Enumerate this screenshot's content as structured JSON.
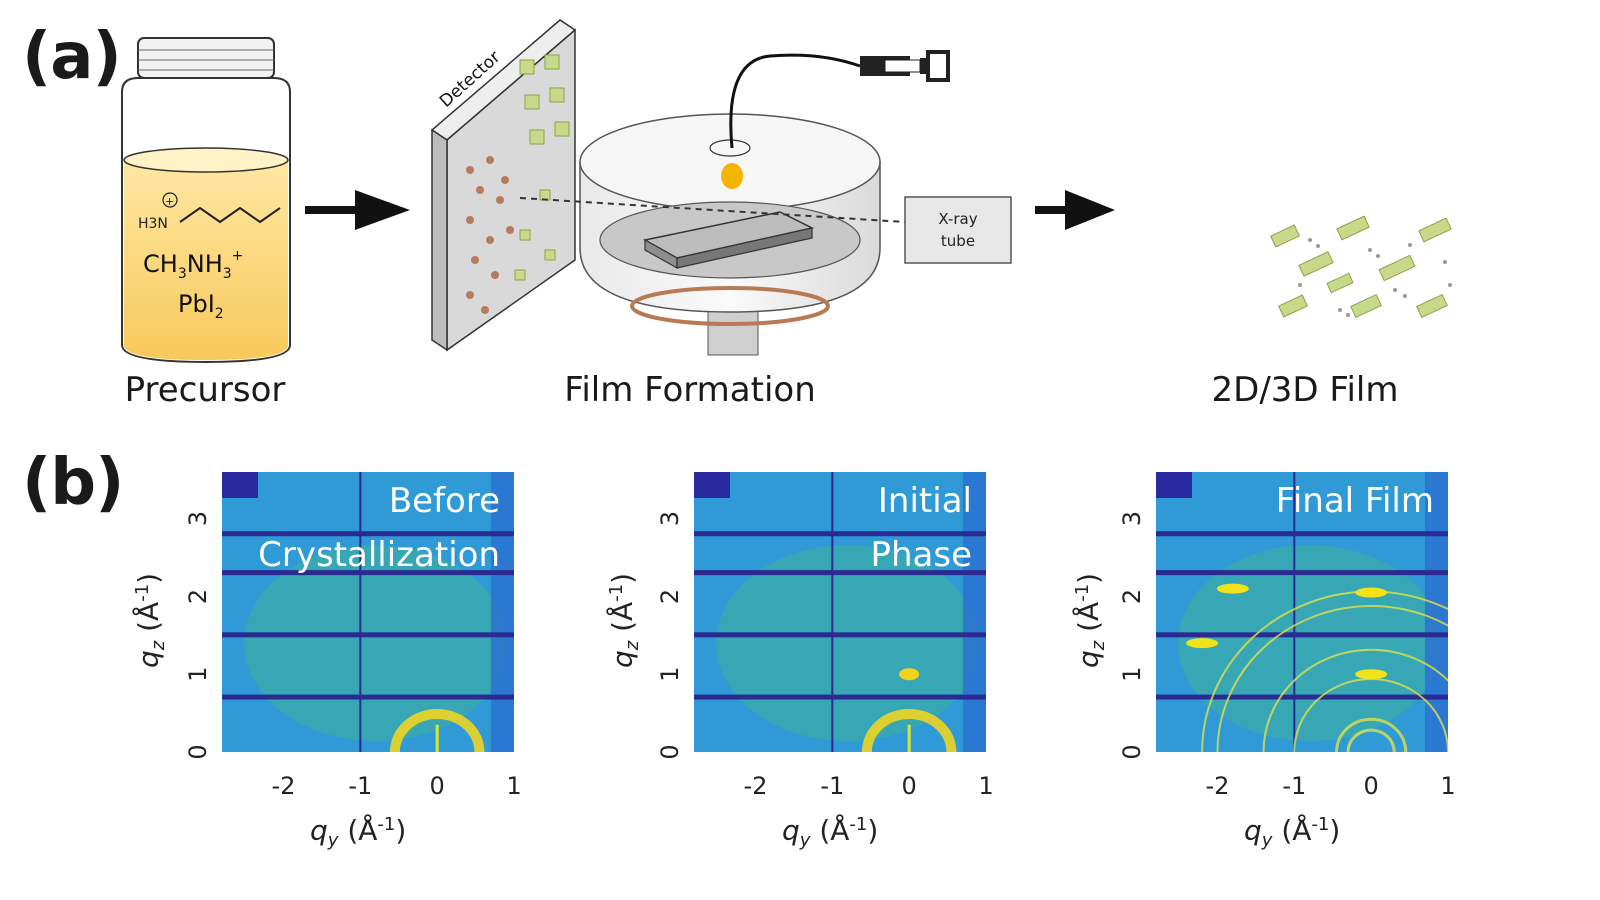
{
  "panel_a": {
    "label": "(a)",
    "precursor": {
      "caption": "Precursor",
      "formula_chain": "H3N",
      "charge": "⊕",
      "ma": "CH3NH3+",
      "pbi2": "PbI2"
    },
    "setup": {
      "caption": "Film Formation",
      "detector_label": "Detector",
      "xray_label_line1": "X-ray",
      "xray_label_line2": "tube"
    },
    "film": {
      "caption": "2D/3D Film"
    }
  },
  "panel_b": {
    "label": "(b)",
    "xlabel": "q_y (Å⁻¹)",
    "ylabel": "q_z (Å⁻¹)"
  },
  "chart_data": [
    {
      "type": "heatmap",
      "annotation_lines": [
        "Before",
        "Crystallization"
      ],
      "xlabel": "q_y (Å⁻¹)",
      "ylabel": "q_z (Å⁻¹)",
      "xlim": [
        -2.8,
        1.0
      ],
      "ylim": [
        0,
        3.6
      ],
      "xticks": [
        -2,
        -1,
        0,
        1
      ],
      "yticks": [
        0,
        1,
        2,
        3
      ],
      "features": [
        {
          "kind": "broad-ring",
          "q": 0.55,
          "intensity": "high"
        }
      ]
    },
    {
      "type": "heatmap",
      "annotation_lines": [
        "Initial",
        "Phase"
      ],
      "xlabel": "q_y (Å⁻¹)",
      "ylabel": "q_z (Å⁻¹)",
      "xlim": [
        -2.8,
        1.0
      ],
      "ylim": [
        0,
        3.6
      ],
      "xticks": [
        -2,
        -1,
        0,
        1
      ],
      "yticks": [
        0,
        1,
        2,
        3
      ],
      "features": [
        {
          "kind": "broad-ring",
          "q": 0.55,
          "intensity": "high"
        },
        {
          "kind": "spot",
          "q": 1.0,
          "intensity": "medium"
        }
      ]
    },
    {
      "type": "heatmap",
      "annotation_lines": [
        "Final Film"
      ],
      "xlabel": "q_y (Å⁻¹)",
      "ylabel": "q_z (Å⁻¹)",
      "xlim": [
        -2.8,
        1.0
      ],
      "ylim": [
        0,
        3.6
      ],
      "xticks": [
        -2,
        -1,
        0,
        1
      ],
      "yticks": [
        0,
        1,
        2,
        3
      ],
      "features": [
        {
          "kind": "rings",
          "q": [
            0.3,
            0.45,
            1.0,
            1.4,
            2.0,
            2.2
          ],
          "intensity": "high"
        }
      ]
    }
  ]
}
